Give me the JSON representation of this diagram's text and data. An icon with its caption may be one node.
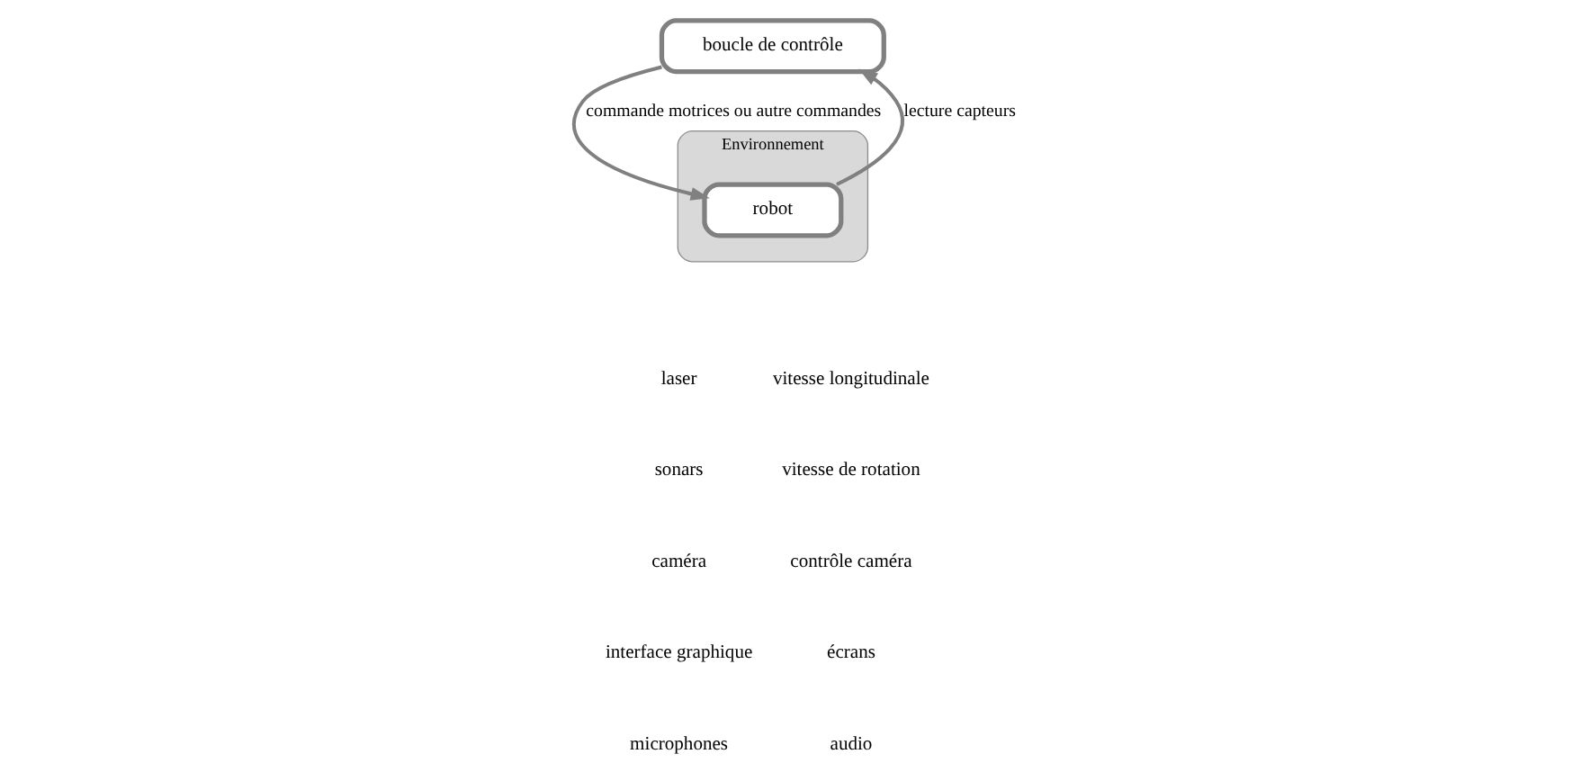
{
  "diagram": {
    "nodes": [
      {
        "text": [
          "boucle de contrôle"
        ]
      },
      {
        "text": [
          "Environnement"
        ]
      },
      {
        "text": [
          "robot"
        ],
        "in": 1
      }
    ],
    "edges": [
      {
        "from": 2,
        "to": 0,
        "arrow": "to",
        "label": "lecture capteurs"
      },
      {
        "from": 0,
        "to": 2,
        "arrow": "to",
        "label": "commande motrices ou autre commandes"
      }
    ],
    "labels": [
      "laser",
      "sonars",
      "caméra",
      "interface graphique",
      "microphones",
      "vitesse longitudinale",
      "vitesse de rotation",
      "contrôle caméra",
      "écrans",
      "audio"
    ]
  }
}
